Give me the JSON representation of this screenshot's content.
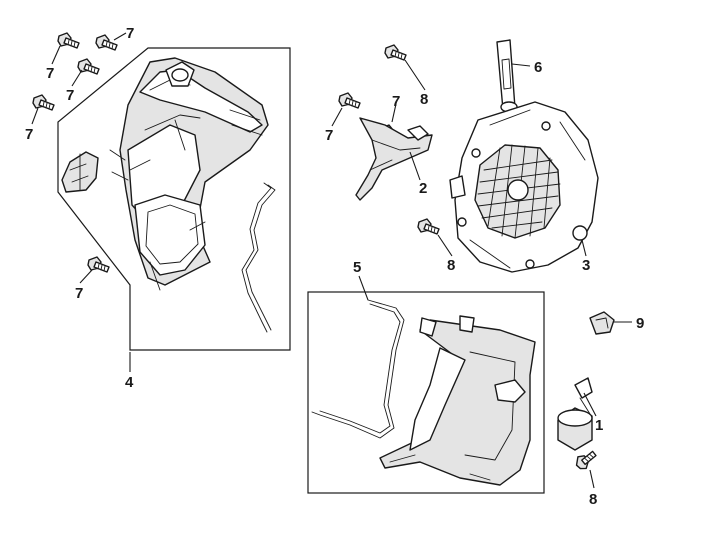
{
  "callouts": {
    "c1": "1",
    "c2": "2",
    "c3": "3",
    "c4": "4",
    "c5": "5",
    "c6": "6",
    "c7a": "7",
    "c7b": "7",
    "c7c": "7",
    "c7d": "7",
    "c7e": "7",
    "c7f": "7",
    "c7g": "7",
    "c8a": "8",
    "c8b": "8",
    "c8c": "8",
    "c9": "9"
  }
}
